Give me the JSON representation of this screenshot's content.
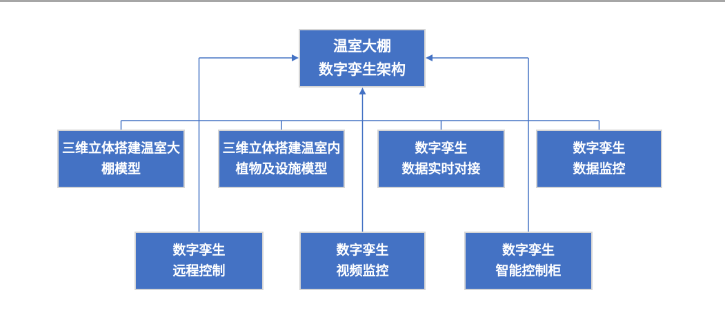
{
  "page": {
    "background": "#ffffff",
    "top_rule_color": "#a6a6a6"
  },
  "colors": {
    "node_fill": "#4472c4",
    "node_border": "#d5d5d5",
    "node_text": "#ffffff",
    "connector": "#4472c4"
  },
  "nodes": {
    "root": {
      "lines": [
        "温室大棚",
        "数字孪生架构"
      ]
    },
    "row2": [
      {
        "lines": [
          "三维立体搭建温室大",
          "棚模型"
        ]
      },
      {
        "lines": [
          "三维立体搭建温室内",
          "植物及设施模型"
        ]
      },
      {
        "lines": [
          "数字孪生",
          "数据实时对接"
        ]
      },
      {
        "lines": [
          "数字孪生",
          "数据监控"
        ]
      }
    ],
    "row3": [
      {
        "lines": [
          "数字孪生",
          "远程控制"
        ]
      },
      {
        "lines": [
          "数字孪生",
          "视频监控"
        ]
      },
      {
        "lines": [
          "数字孪生",
          "智能控制柜"
        ]
      }
    ]
  }
}
